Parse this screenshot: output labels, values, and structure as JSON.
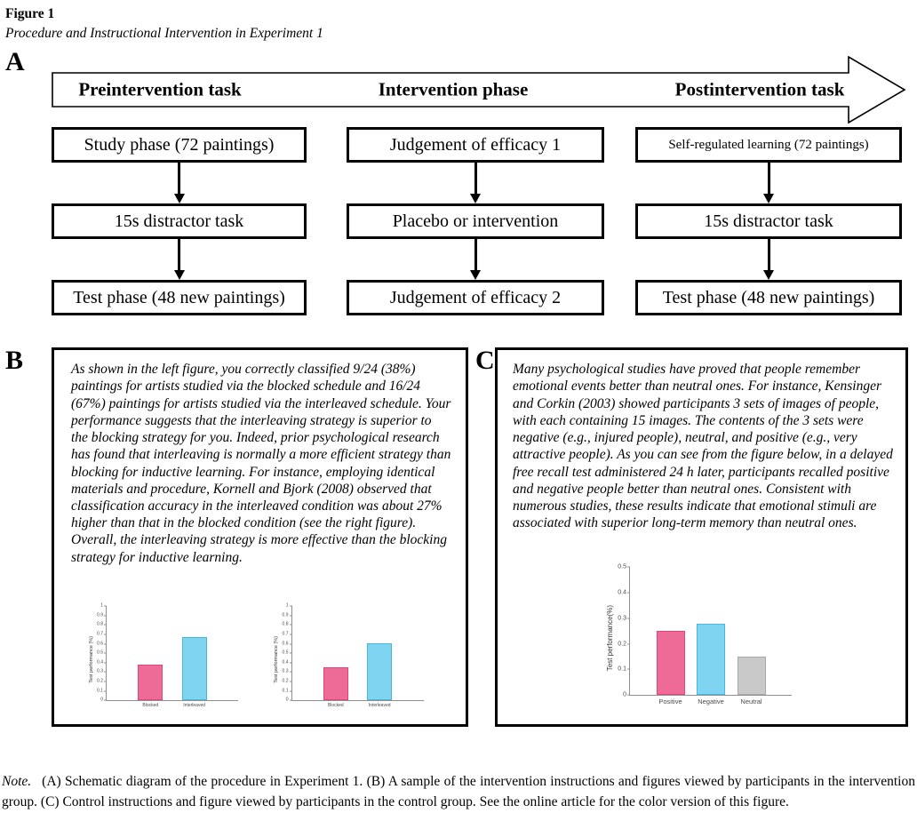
{
  "figure": {
    "label": "Figure 1",
    "title": "Procedure and Instructional Intervention in Experiment 1"
  },
  "panel_a": {
    "label": "A",
    "banner": {
      "phases": [
        "Preintervention task",
        "Intervention phase",
        "Postintervention task"
      ]
    },
    "columns": [
      {
        "boxes": [
          "Study phase (72 paintings)",
          "15s distractor task",
          "Test phase (48 new paintings)"
        ]
      },
      {
        "boxes": [
          "Judgement of efficacy 1",
          "Placebo or intervention",
          "Judgement of efficacy 2"
        ]
      },
      {
        "boxes": [
          "Self-regulated learning (72 paintings)",
          "15s distractor task",
          "Test phase (48 new paintings)"
        ]
      }
    ]
  },
  "panel_b": {
    "label": "B",
    "instructions": "As shown in the left figure, you correctly classified 9/24 (38%) paintings for artists studied via the blocked schedule and 16/24 (67%) paintings for artists studied via the interleaved schedule. Your performance suggests that the interleaving strategy is superior to the blocking strategy for you. Indeed, prior psychological research has found that interleaving is normally a more efficient strategy than blocking for inductive learning. For instance, employing identical materials and procedure, Kornell and Bjork (2008) observed that classification accuracy in the interleaved condition was about 27% higher than that in the blocked condition (see the right figure). Overall, the interleaving strategy is more effective than the blocking strategy for inductive learning."
  },
  "panel_c": {
    "label": "C",
    "instructions": "Many psychological studies have proved that people remember emotional events better than neutral ones. For instance, Kensinger and Corkin (2003) showed participants 3 sets of images of people, with each containing 15 images. The contents of the 3 sets were negative (e.g., injured people), neutral, and positive (e.g., very attractive people). As you can see from the figure below, in a delayed free recall test administered 24 h later, participants recalled positive and negative people better than neutral ones. Consistent with numerous studies, these results indicate that emotional stimuli are associated with superior long-term memory than neutral ones."
  },
  "note": {
    "prefix": "Note.",
    "text": "(A) Schematic diagram of the procedure in Experiment 1. (B) A sample of the intervention instructions and figures viewed by participants in the intervention group. (C) Control instructions and figure viewed by participants in the control group. See the online article for the color version of this figure."
  },
  "colors": {
    "bar_pink": "#ee6a97",
    "bar_pink_border": "#e0457b",
    "bar_blue": "#7fd4f2",
    "bar_blue_border": "#45b8e0",
    "bar_gray": "#c9c9c9",
    "bar_gray_border": "#a8a8a8",
    "axis": "#8f8f8f"
  },
  "chart_data": [
    {
      "id": "panel_b_left",
      "type": "bar",
      "title": "",
      "xlabel": "",
      "ylabel": "Test performance (%)",
      "categories": [
        "Blocked",
        "Interleaved"
      ],
      "values": [
        0.38,
        0.67
      ],
      "ylim": [
        0,
        1
      ],
      "ytick_step": 0.1,
      "grid": false,
      "legend": false,
      "bar_colors": [
        "#ee6a97",
        "#7fd4f2"
      ],
      "bar_borders": [
        "#e0457b",
        "#45b8e0"
      ]
    },
    {
      "id": "panel_b_right",
      "type": "bar",
      "title": "",
      "xlabel": "",
      "ylabel": "Test performance (%)",
      "categories": [
        "Blocked",
        "Interleaved"
      ],
      "values": [
        0.35,
        0.61
      ],
      "ylim": [
        0,
        1
      ],
      "ytick_step": 0.1,
      "grid": false,
      "legend": false,
      "bar_colors": [
        "#ee6a97",
        "#7fd4f2"
      ],
      "bar_borders": [
        "#e0457b",
        "#45b8e0"
      ]
    },
    {
      "id": "panel_c",
      "type": "bar",
      "title": "",
      "xlabel": "",
      "ylabel": "Test performance(%)",
      "categories": [
        "Positive",
        "Negative",
        "Neutral"
      ],
      "values": [
        0.25,
        0.28,
        0.15
      ],
      "ylim": [
        0,
        0.5
      ],
      "ytick_step": 0.1,
      "grid": false,
      "legend": false,
      "bar_colors": [
        "#ee6a97",
        "#7fd4f2",
        "#c9c9c9"
      ],
      "bar_borders": [
        "#e0457b",
        "#45b8e0",
        "#a8a8a8"
      ]
    }
  ]
}
